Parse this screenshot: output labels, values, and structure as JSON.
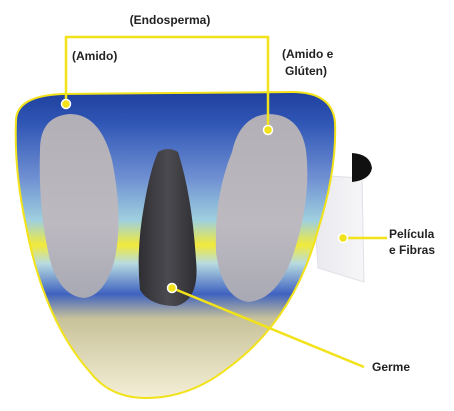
{
  "labels": {
    "endosperma": "(Endosperma)",
    "amido": "(Amido)",
    "amido_gluten_line1": "(Amido e",
    "amido_gluten_line2": "Glúten)",
    "pelicula_line1": "Película",
    "pelicula_line2": "e Fibras",
    "germe": "Germe"
  },
  "colors": {
    "pointer_line": "#f2e21a",
    "pointer_dot": "#f2e21a",
    "endosperm_outer": "#2f56b5",
    "endosperm_inner_gluten": "#b9b6bd",
    "germ": "#3d3d42",
    "base": "#efe6c6",
    "label_text": "#222222"
  }
}
